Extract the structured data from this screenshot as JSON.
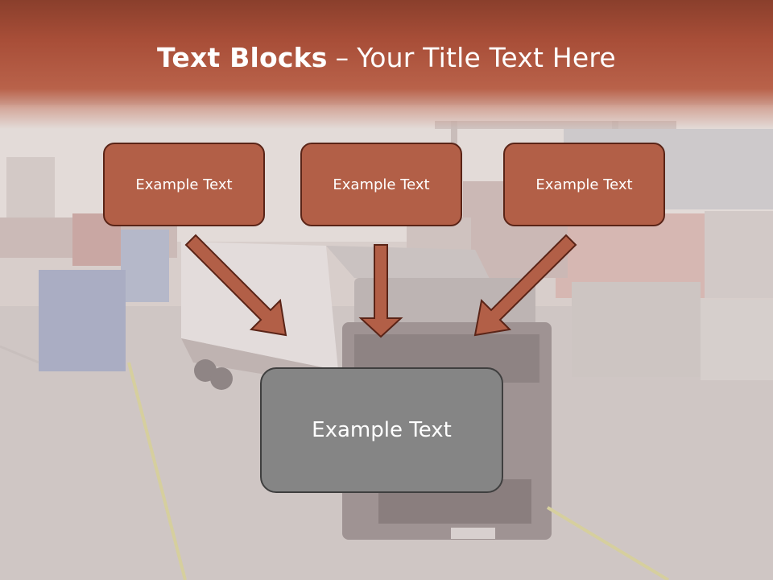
{
  "slide": {
    "title_bold": "Text Blocks",
    "title_separator": "–",
    "title_rest": "Your Title Text Here",
    "blocks": [
      {
        "label": "Example Text"
      },
      {
        "label": "Example Text"
      },
      {
        "label": "Example Text"
      }
    ],
    "main_block": {
      "label": "Example Text"
    }
  },
  "colors": {
    "header_top": "#8a3f2c",
    "accent_box": "#b25f47",
    "box_border": "#5a2417",
    "main_box": "#858585",
    "arrow_fill": "#b25f47"
  },
  "background": {
    "icon": "truck-container-port-photo"
  }
}
